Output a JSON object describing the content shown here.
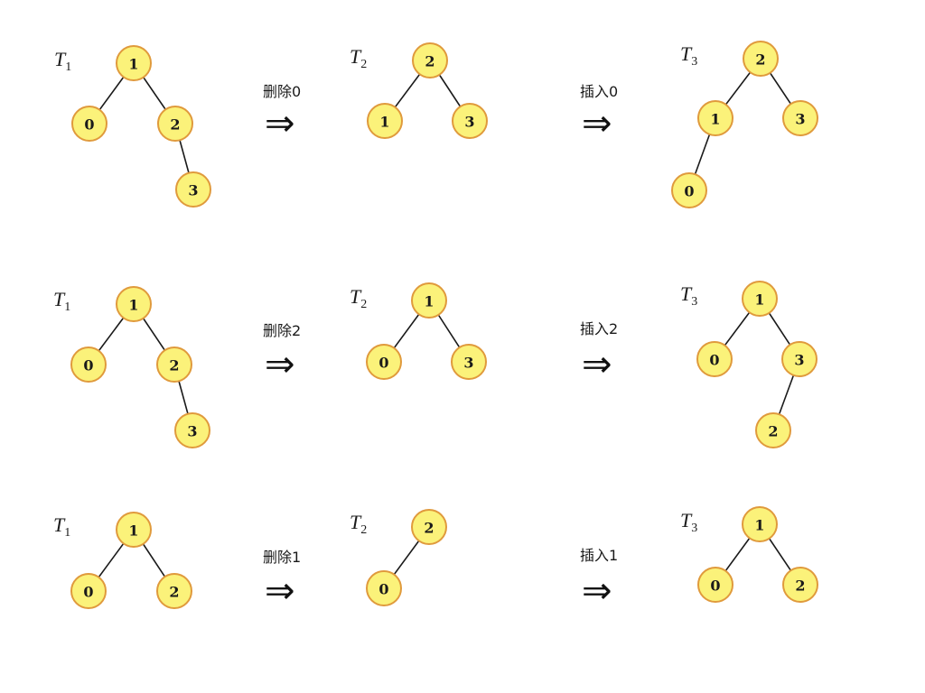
{
  "rows": [
    {
      "trees": [
        {
          "label": "T",
          "sub": "1",
          "nodes": [
            "1",
            "0",
            "2",
            "3"
          ]
        },
        {
          "label": "T",
          "sub": "2",
          "nodes": [
            "2",
            "1",
            "3"
          ]
        },
        {
          "label": "T",
          "sub": "3",
          "nodes": [
            "2",
            "1",
            "3",
            "0"
          ]
        }
      ],
      "ops": [
        {
          "text": "删除0",
          "arrow": "⇒"
        },
        {
          "text": "插入0",
          "arrow": "⇒"
        }
      ]
    },
    {
      "trees": [
        {
          "label": "T",
          "sub": "1",
          "nodes": [
            "1",
            "0",
            "2",
            "3"
          ]
        },
        {
          "label": "T",
          "sub": "2",
          "nodes": [
            "1",
            "0",
            "3"
          ]
        },
        {
          "label": "T",
          "sub": "3",
          "nodes": [
            "1",
            "0",
            "3",
            "2"
          ]
        }
      ],
      "ops": [
        {
          "text": "删除2",
          "arrow": "⇒"
        },
        {
          "text": "插入2",
          "arrow": "⇒"
        }
      ]
    },
    {
      "trees": [
        {
          "label": "T",
          "sub": "1",
          "nodes": [
            "1",
            "0",
            "2"
          ]
        },
        {
          "label": "T",
          "sub": "2",
          "nodes": [
            "2",
            "0"
          ]
        },
        {
          "label": "T",
          "sub": "3",
          "nodes": [
            "1",
            "0",
            "2"
          ]
        }
      ],
      "ops": [
        {
          "text": "删除1",
          "arrow": "⇒"
        },
        {
          "text": "插入1",
          "arrow": "⇒"
        }
      ]
    }
  ],
  "colors": {
    "node_fill": "#fbf27a",
    "node_stroke": "#e09a3c",
    "edge": "#1a1a1a",
    "text": "#1a1a1a"
  }
}
